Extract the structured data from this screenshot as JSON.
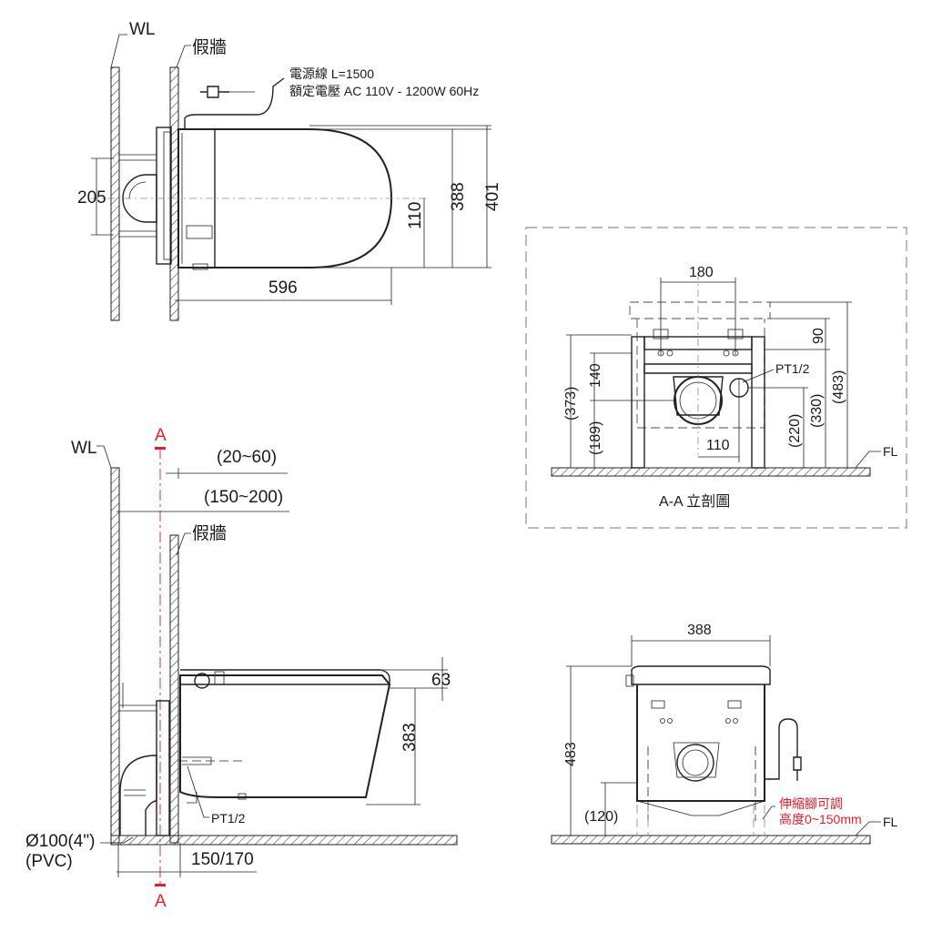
{
  "labels": {
    "wl": "WL",
    "false_wall": "假牆",
    "fl": "FL",
    "section_a": "A",
    "section_title": "A-A 立剖圖",
    "pt": "PT1/2",
    "cord_1": "電源線 L=1500",
    "cord_2": "額定電壓 AC 110V - 1200W 60Hz",
    "pipe_1": "Ø100(4\")",
    "pipe_2": "(PVC)",
    "adjust_1": "伸縮腳可調",
    "adjust_2": "高度0~150mm"
  },
  "dims": {
    "top_205": "205",
    "top_388": "388",
    "top_401": "401",
    "top_110": "110",
    "top_596": "596",
    "side_20_60": "(20~60)",
    "side_150_200": "(150~200)",
    "side_63": "63",
    "side_383": "383",
    "side_150_170": "150/170",
    "sec_180": "180",
    "sec_90": "90",
    "sec_140": "140",
    "sec_373": "(373)",
    "sec_189": "(189)",
    "sec_110": "110",
    "sec_220": "(220)",
    "sec_330": "(330)",
    "sec_483": "(483)",
    "front_388": "388",
    "front_483": "483",
    "front_120": "(120)"
  }
}
